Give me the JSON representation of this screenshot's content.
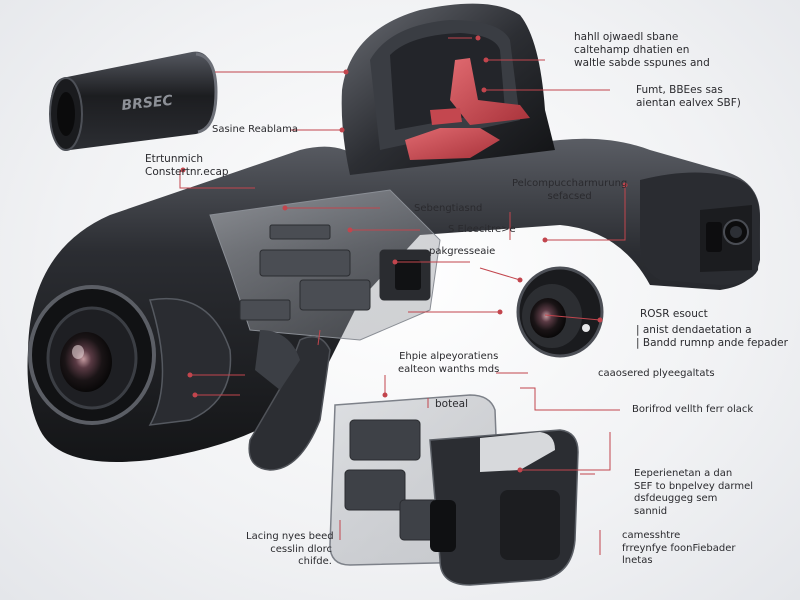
{
  "canister": {
    "brand_text": "BRSEC"
  },
  "labels": {
    "top_right_1": [
      "hahll ojwaedl sbane",
      "caltehamp dhatien en",
      "waltle sabde sspunes and"
    ],
    "top_right_2": [
      "Fumt, BBEes sas",
      "aientan ealvex SBF)"
    ],
    "sasine_reablama": [
      "Sasine Reablama"
    ],
    "left_constern": [
      "Etrtunmich",
      "Constertnr.ecap"
    ],
    "pelcomp": [
      "Pelcompuccharmurung",
      "sefacsed"
    ],
    "sebengtiasnd": [
      "Sebengtiasnd"
    ],
    "s_eleecitre": [
      "S Eleecitre>e"
    ],
    "pakgresseaie": [
      "pakgresseaie"
    ],
    "rosr_esouct": [
      "ROSR esouct"
    ],
    "bandes": [
      "| anist dendaetation a",
      "| Bandd rumnp ande fepader"
    ],
    "ehpie": [
      "Ehpie alpeyoratiens",
      "ealteon wanths mds"
    ],
    "caaosered": [
      "caaosered plyeegaltats"
    ],
    "boteal": [
      "boteal"
    ],
    "borifrod": [
      "Borifrod vellth ferr olack"
    ],
    "eeperienetan": [
      "Eeperienetan a dan",
      "SEF to bnpelvey darmel",
      "dsfdeuggeg sem",
      "sannid"
    ],
    "camesshtre": [
      "camesshtre",
      "frreynfye foonFiebader",
      "lnetas"
    ],
    "lacing": [
      "Lacing nyes beed",
      "cesslin dlorc",
      "chifde."
    ]
  }
}
